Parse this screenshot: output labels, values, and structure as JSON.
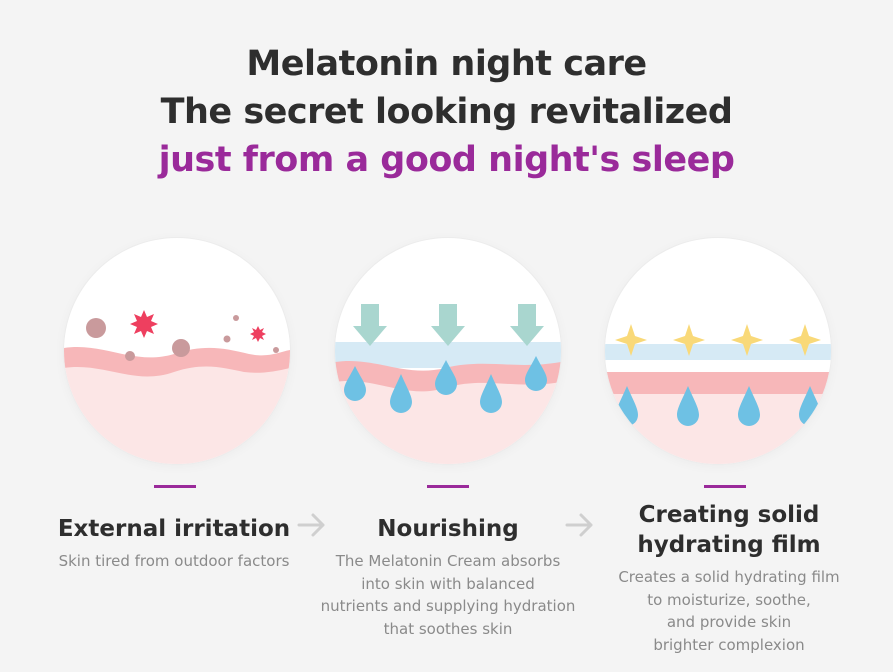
{
  "headline": {
    "line1": "Melatonin night care",
    "line2": "The secret looking revitalized",
    "line3": "just from a good night's sleep"
  },
  "steps": [
    {
      "title": "External irritation",
      "description": "Skin tired from outdoor factors",
      "illustration": "irritated-skin-illustration"
    },
    {
      "title": "Nourishing",
      "description": "The Melatonin Cream absorbs\ninto skin with balanced\nnutrients and supplying hydration\nthat soothes skin",
      "illustration": "nourishing-skin-illustration"
    },
    {
      "title": "Creating solid\nhydrating film",
      "description": "Creates a solid hydrating film\nto moisturize, soothe,\nand provide skin\nbrighter complexion",
      "illustration": "hydrating-film-illustration"
    }
  ],
  "colors": {
    "background": "#f4f4f4",
    "headline_text": "#2e2e2e",
    "accent_purple": "#9a2a9a",
    "skin_pink": "#f7b7b9",
    "skin_light": "#fce6e6",
    "water_blue": "#6ec1e4",
    "film_blue": "#d6eaf5",
    "arrow_teal": "#a9d6cf",
    "sparkle_yellow": "#f9d978",
    "irritant_red": "#ee3f5f",
    "dust_brown": "#c99a9c"
  },
  "icons": {
    "step_arrow": "right-arrow-icon"
  }
}
